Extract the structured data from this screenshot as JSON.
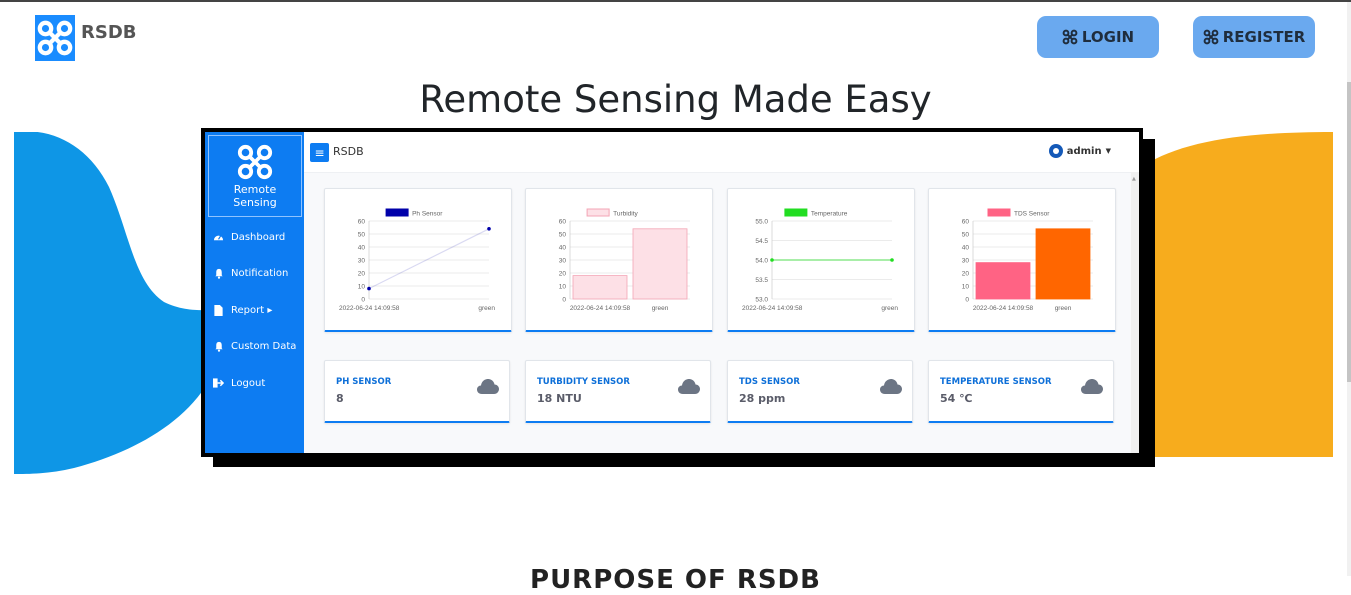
{
  "header": {
    "brand": "RSDB",
    "login_label": "LOGIN",
    "register_label": "REGISTER"
  },
  "hero": {
    "title": "Remote Sensing Made Easy"
  },
  "bottom": {
    "heading": "PURPOSE OF RSDB"
  },
  "dashboard": {
    "brand_line1": "Remote",
    "brand_line2": "Sensing",
    "topbar_title": "RSDB",
    "user": "admin",
    "sidebar": [
      {
        "label": "Dashboard",
        "icon": "gauge-icon"
      },
      {
        "label": "Notification",
        "icon": "bell-icon"
      },
      {
        "label": "Report ▸",
        "icon": "file-icon"
      },
      {
        "label": "Custom Data",
        "icon": "bell-icon"
      },
      {
        "label": "Logout",
        "icon": "logout-icon"
      }
    ],
    "stats": [
      {
        "label": "PH SENSOR",
        "value": "8"
      },
      {
        "label": "TURBIDITY SENSOR",
        "value": "18 NTU"
      },
      {
        "label": "TDS SENSOR",
        "value": "28 ppm"
      },
      {
        "label": "TEMPERATURE SENSOR",
        "value": "54 ℃"
      }
    ]
  },
  "colors": {
    "primary": "#0d7cf2",
    "nav_button": "#6aa9ef",
    "blob_blue": "#0e96e6",
    "blob_yellow": "#f7ac1d"
  },
  "chart_data": [
    {
      "type": "line",
      "categories": [
        "2022-06-24 14:09:58",
        "green"
      ],
      "series": [
        {
          "name": "Ph Sensor",
          "values": [
            8,
            54
          ],
          "color": "#0000aa"
        }
      ],
      "ylim": [
        0,
        60
      ],
      "yticks": [
        0,
        10,
        20,
        30,
        40,
        50,
        60
      ],
      "legend": "top"
    },
    {
      "type": "bar",
      "categories": [
        "2022-06-24 14:09:58",
        "green"
      ],
      "series": [
        {
          "name": "Turbidity",
          "values": [
            18,
            54
          ],
          "color": "#fde0e6",
          "stroke": "#f3a5b5"
        }
      ],
      "ylim": [
        0,
        60
      ],
      "yticks": [
        0,
        10,
        20,
        30,
        40,
        50,
        60
      ],
      "legend": "top"
    },
    {
      "type": "line",
      "categories": [
        "2022-06-24 14:09:58",
        "green"
      ],
      "series": [
        {
          "name": "Temperature",
          "values": [
            54,
            54
          ],
          "color": "#22dd22"
        }
      ],
      "ylim": [
        53,
        55
      ],
      "yticks": [
        "53.0",
        "53.5",
        "54.0",
        "54.5",
        "55.0"
      ],
      "legend": "top"
    },
    {
      "type": "bar",
      "categories": [
        "2022-06-24 14:09:58",
        "green"
      ],
      "series": [
        {
          "name": "TDS Sensor",
          "values": [
            28,
            54
          ],
          "colors": [
            "#ff6384",
            "#ff6600"
          ]
        }
      ],
      "ylim": [
        0,
        60
      ],
      "yticks": [
        0,
        10,
        20,
        30,
        40,
        50,
        60
      ],
      "legend": "top"
    }
  ]
}
